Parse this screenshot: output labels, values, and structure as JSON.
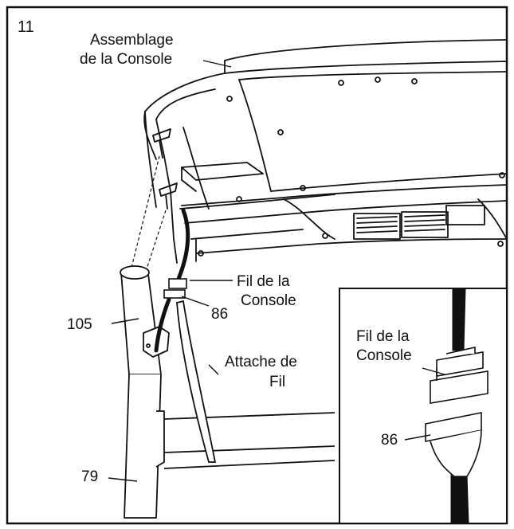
{
  "step_number": "11",
  "labels": {
    "console_assembly_line1": "Assemblage",
    "console_assembly_line2": "de la Console",
    "console_wire_line1": "Fil de la",
    "console_wire_line2": "Console",
    "part_86": "86",
    "part_105": "105",
    "wire_tie_line1": "Attache de",
    "wire_tie_line2": "Fil",
    "part_79": "79"
  },
  "inset": {
    "wire_line1": "Fil de la",
    "wire_line2": "Console",
    "part_86": "86"
  }
}
